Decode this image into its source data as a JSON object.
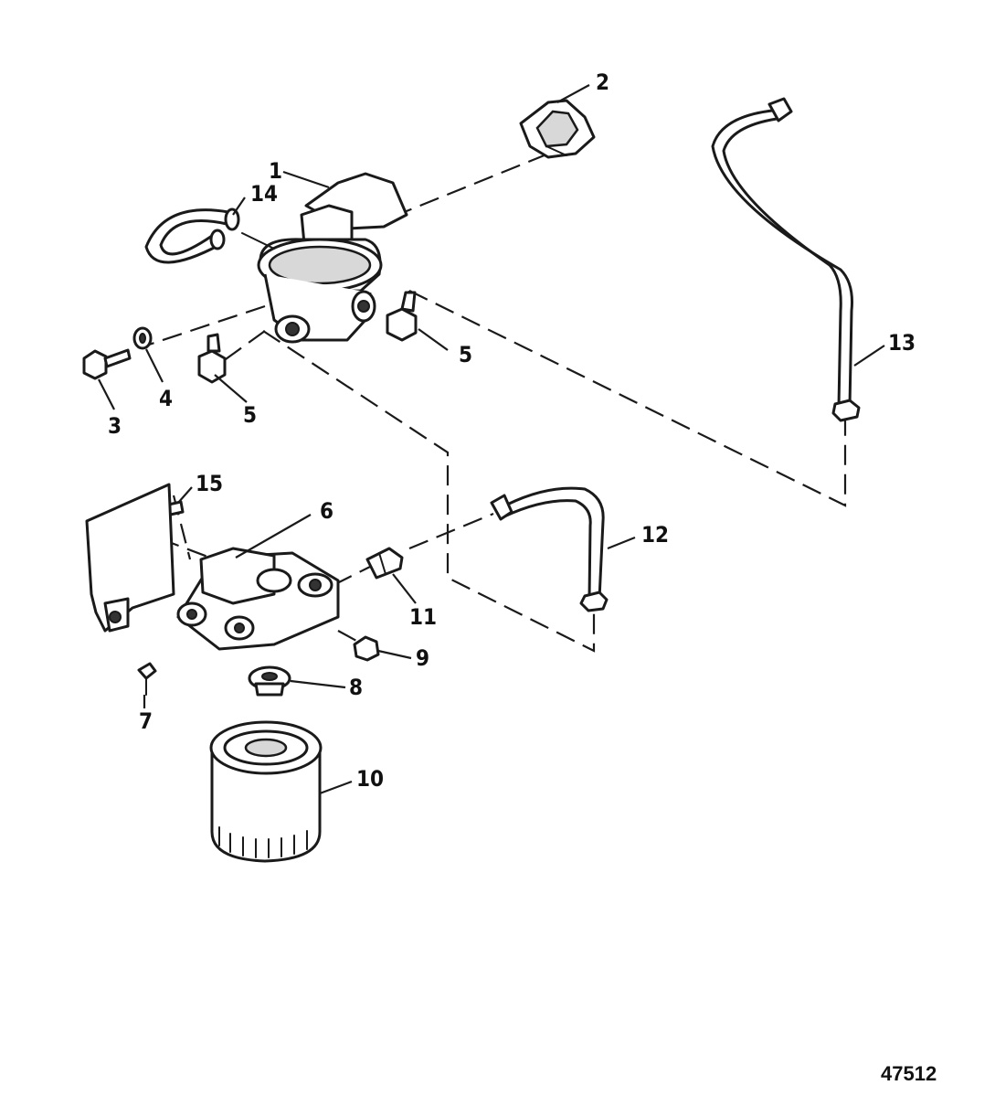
{
  "callouts": [
    "1",
    "2",
    "3",
    "4",
    "5",
    "5",
    "6",
    "7",
    "8",
    "9",
    "10",
    "11",
    "12",
    "13",
    "14",
    "15"
  ],
  "document_number": "47512"
}
